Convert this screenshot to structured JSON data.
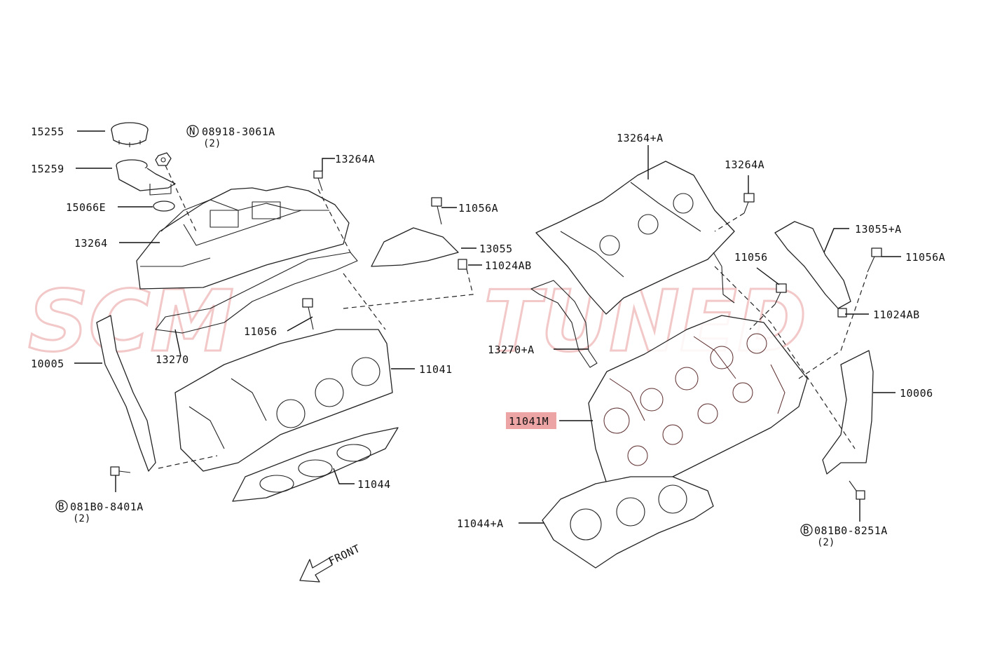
{
  "watermark": {
    "left": "SCM",
    "right": "TUNED",
    "color": "#f2c8c8"
  },
  "highlight_color": "#e58585",
  "labels": {
    "l15255": "15255",
    "l08918": "08918-3061A",
    "l08918_qty": "(2)",
    "l15259": "15259",
    "l15066E": "15066E",
    "l13264": "13264",
    "l13264A_left": "13264A",
    "l11056A_left": "11056A",
    "l13055": "13055",
    "l11024AB_left": "11024AB",
    "l11056_left": "11056",
    "l13270": "13270",
    "l11041": "11041",
    "l10005": "10005",
    "l11044": "11044",
    "l081B0_8401A": "081B0-8401A",
    "l081B0_8401A_qty": "(2)",
    "front": "FRONT",
    "l13264A_plus": "13264+A",
    "l13264A_right": "13264A",
    "l13055A_plus": "13055+A",
    "l11056A_right": "11056A",
    "l11056_right": "11056",
    "l11024AB_right": "11024AB",
    "l13270A_plus": "13270+A",
    "l10006": "10006",
    "l11041M": "11041M",
    "l11044A_plus": "11044+A",
    "l081B0_8251A": "081B0-8251A",
    "l081B0_8251A_qty": "(2)",
    "mark_N": "N",
    "mark_B_left": "B",
    "mark_B_right": "B"
  }
}
